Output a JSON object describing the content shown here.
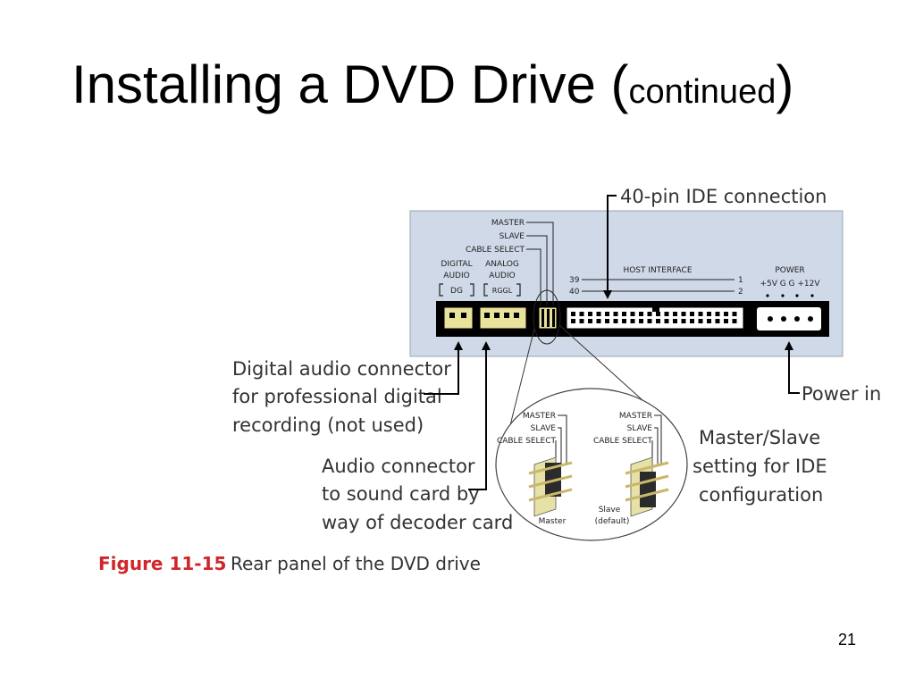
{
  "slide": {
    "title_main": "Installing a DVD Drive (",
    "title_small": "continued",
    "title_end": ")",
    "page_number": "21"
  },
  "figure": {
    "panel": {
      "jumper_labels": [
        "MASTER",
        "SLAVE",
        "CABLE SELECT"
      ],
      "digital_audio_label": [
        "DIGITAL",
        "AUDIO"
      ],
      "analog_audio_label": [
        "ANALOG",
        "AUDIO"
      ],
      "dg_label": "DG",
      "rggl_label": "RGGL",
      "host_interface_label": "HOST INTERFACE",
      "pin_39": "39",
      "pin_40": "40",
      "pin_1": "1",
      "pin_2": "2",
      "power_label": "POWER",
      "power_pins": "+5V  G  G  +12V"
    },
    "callouts": {
      "ide_connection": "40-pin IDE connection",
      "digital_audio": [
        "Digital audio connector",
        "for professional digital",
        "recording (not used)"
      ],
      "audio_connector": [
        "Audio connector",
        "to sound card by",
        "way of decoder card"
      ],
      "power_in": "Power in",
      "master_slave": [
        "Master/Slave",
        "setting for IDE",
        "configuration"
      ]
    },
    "zoom": {
      "left_labels": [
        "MASTER",
        "SLAVE",
        "CABLE SELECT"
      ],
      "right_labels": [
        "MASTER",
        "SLAVE",
        "CABLE SELECT"
      ],
      "left_caption": "Master",
      "right_caption": [
        "Slave",
        "(default)"
      ]
    },
    "caption": {
      "number": "Figure 11-15",
      "text": "Rear panel of the DVD drive"
    }
  },
  "colors": {
    "panel_bg": "#cfd9e8",
    "connector_yellow": "#e9e29a",
    "figure_red": "#d0262a",
    "callout_text": "#333333"
  }
}
